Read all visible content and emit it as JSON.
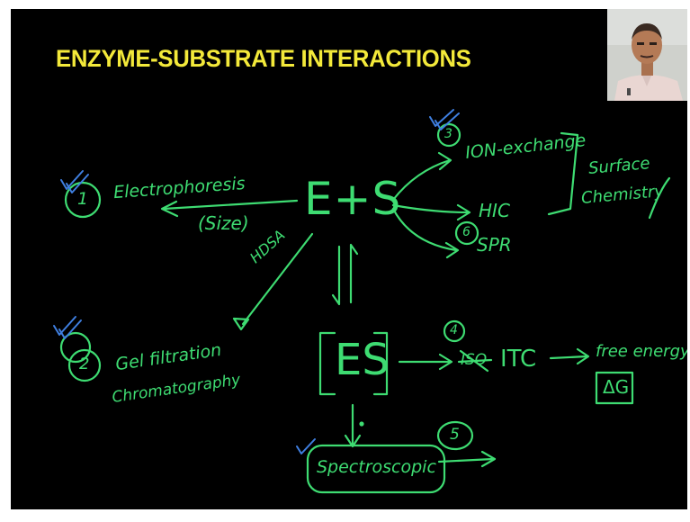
{
  "slide": {
    "title": "ENZYME-SUBSTRATE INTERACTIONS"
  },
  "colors": {
    "background": "#000000",
    "title": "#f3e93a",
    "ink_green": "#3edc72",
    "ink_blue": "#3f7fe0"
  },
  "annotations": {
    "e_plus_s": "E+S",
    "es": "ES",
    "n1": "1",
    "electrophoresis": "Electrophoresis",
    "size": "(Size)",
    "n3": "3",
    "ion_exchange": "ION-exchange",
    "hic": "HIC",
    "n6": "6",
    "spr": "SPR",
    "surface_line1": "Surface",
    "surface_line2": "Chemistry",
    "hdsa": "HDSA",
    "n2": "2",
    "gel_line1": "Gel filtration",
    "gel_line2": "Chromatography",
    "n4": "4",
    "struck_text": "ISO",
    "itc": "ITC",
    "free_energy": "free energy",
    "delta_g": "ΔG",
    "n5": "5",
    "spectroscopic": "Spectroscopic"
  }
}
